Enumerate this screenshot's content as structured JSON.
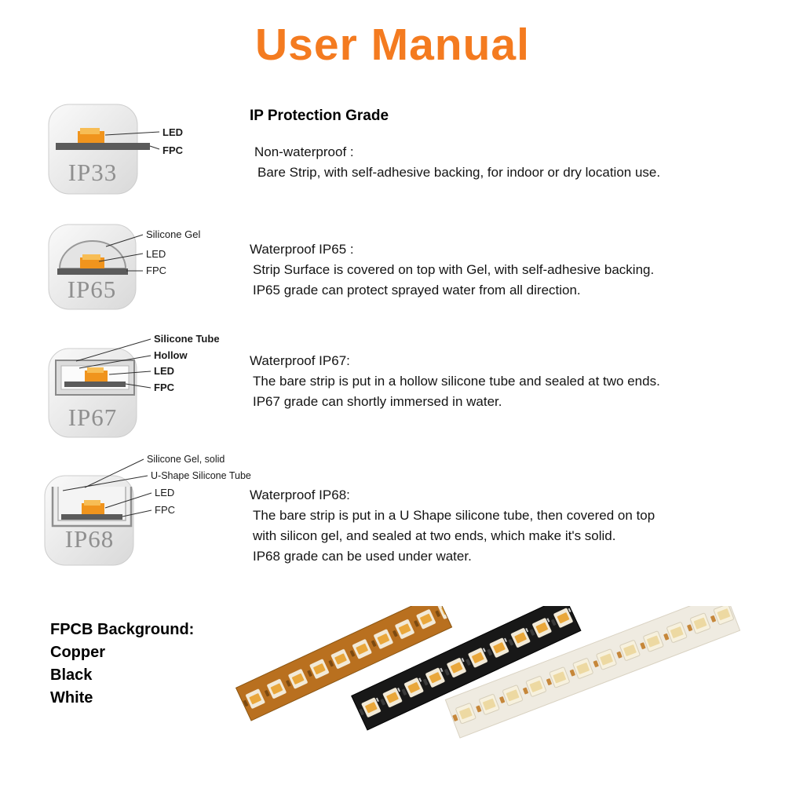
{
  "title": "User Manual",
  "accent_color": "#F47B20",
  "heading": "IP Protection Grade",
  "sections": [
    {
      "badge": "IP33",
      "labels": {
        "led": "LED",
        "fpc": "FPC"
      },
      "subtitle": "Non-waterproof :",
      "body": [
        "Bare Strip, with self-adhesive backing, for indoor or dry location use."
      ]
    },
    {
      "badge": "IP65",
      "labels": {
        "gel": "Silicone Gel",
        "led": "LED",
        "fpc": "FPC"
      },
      "subtitle": "Waterproof IP65 :",
      "body": [
        "Strip Surface is covered on top with Gel, with self-adhesive backing.",
        "IP65 grade can protect sprayed water from all direction."
      ]
    },
    {
      "badge": "IP67",
      "labels": {
        "tube": "Silicone Tube",
        "hollow": "Hollow",
        "led": "LED",
        "fpc": "FPC"
      },
      "subtitle": "Waterproof IP67:",
      "body": [
        "The bare strip is put in a hollow silicone tube and sealed at two ends.",
        "IP67 grade can shortly immersed in water."
      ]
    },
    {
      "badge": "IP68",
      "labels": {
        "gel": "Silicone Gel, solid",
        "tube": "U-Shape Silicone Tube",
        "led": "LED",
        "fpc": "FPC"
      },
      "subtitle": "Waterproof IP68:",
      "body": [
        "The bare strip is put in a U Shape silicone tube, then covered on top",
        "with silicon gel, and sealed at two ends, which make it's solid.",
        "IP68 grade can be used under water."
      ]
    }
  ],
  "fpcb": {
    "heading": "FPCB Background:",
    "options": [
      "Copper",
      "Black",
      "White"
    ],
    "strip_colors": {
      "copper": "#b9701f",
      "black": "#181818",
      "white": "#efebe1"
    }
  }
}
